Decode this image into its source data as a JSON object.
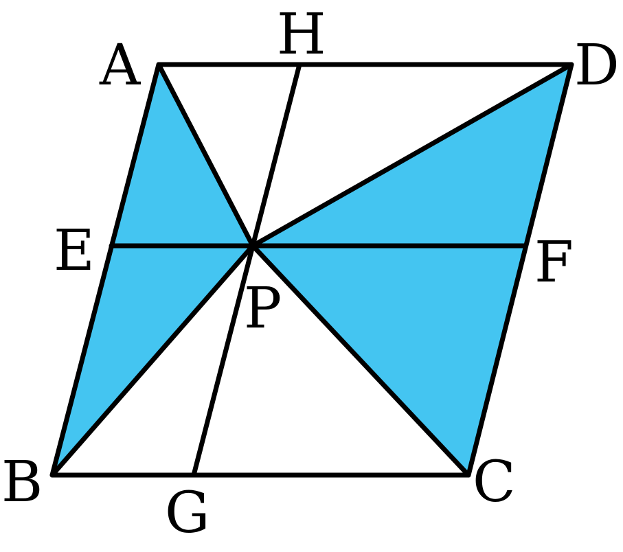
{
  "figure": {
    "points": {
      "A": "A",
      "B": "B",
      "C": "C",
      "D": "D",
      "E": "E",
      "F": "F",
      "G": "G",
      "H": "H",
      "P": "P"
    },
    "colors": {
      "shade": "#44c5f1",
      "stroke": "#000000",
      "background": "#ffffff"
    }
  }
}
